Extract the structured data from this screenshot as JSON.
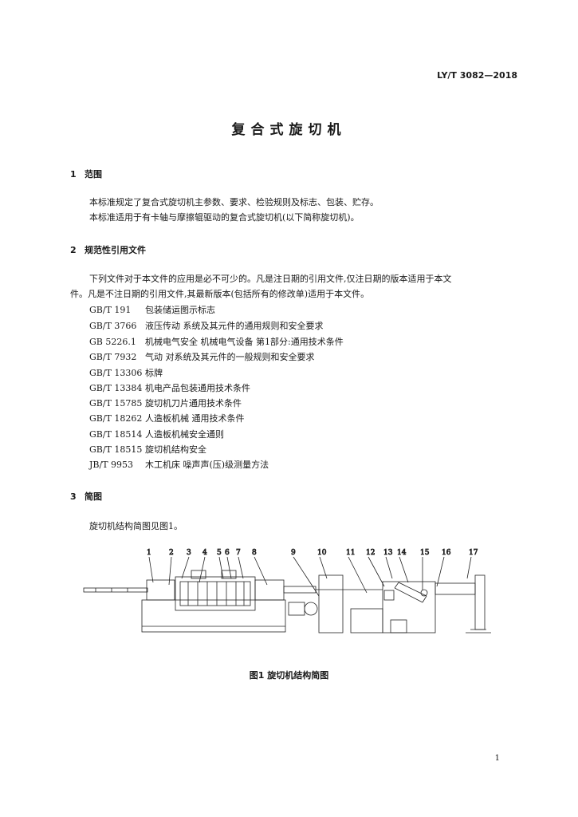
{
  "header": {
    "standard_code": "LY/T 3082—2018"
  },
  "title": "复合式旋切机",
  "sections": [
    {
      "number": "1",
      "heading": "范围",
      "paragraphs": [
        "本标准规定了复合式旋切机主参数、要求、检验规则及标志、包装、贮存。",
        "本标准适用于有卡轴与摩擦辊驱动的复合式旋切机(以下简称旋切机)。"
      ]
    },
    {
      "number": "2",
      "heading": "规范性引用文件",
      "intro_line1": "下列文件对于本文件的应用是必不可少的。凡是注日期的引用文件,仅注日期的版本适用于本文",
      "intro_line2": "件。凡是不注日期的引用文件,其最新版本(包括所有的修改单)适用于本文件。",
      "references": [
        {
          "code": "GB/T 191",
          "title": "包装储运图示标志"
        },
        {
          "code": "GB/T 3766",
          "title": "液压传动  系统及其元件的通用规则和安全要求"
        },
        {
          "code": "GB 5226.1",
          "title": "机械电气安全  机械电气设备  第1部分:通用技术条件"
        },
        {
          "code": "GB/T 7932",
          "title": "气动  对系统及其元件的一般规则和安全要求"
        },
        {
          "code": "GB/T 13306",
          "title": "标牌"
        },
        {
          "code": "GB/T 13384",
          "title": "机电产品包装通用技术条件"
        },
        {
          "code": "GB/T 15785",
          "title": "旋切机刀片通用技术条件"
        },
        {
          "code": "GB/T 18262",
          "title": "人造板机械  通用技术条件"
        },
        {
          "code": "GB/T 18514",
          "title": "人造板机械安全通则"
        },
        {
          "code": "GB/T 18515",
          "title": "旋切机结构安全"
        },
        {
          "code": "JB/T 9953",
          "title": "木工机床 噪声声(压)级测量方法"
        }
      ]
    },
    {
      "number": "3",
      "heading": "简图",
      "paragraph": "旋切机结构简图见图1。"
    }
  ],
  "figure": {
    "labels": [
      "1",
      "2",
      "3",
      "4",
      "5",
      "6",
      "7",
      "8",
      "9",
      "10",
      "11",
      "12",
      "13",
      "14",
      "15",
      "16",
      "17"
    ],
    "caption": "图1  旋切机结构简图"
  },
  "footer": {
    "page_number": "1"
  }
}
